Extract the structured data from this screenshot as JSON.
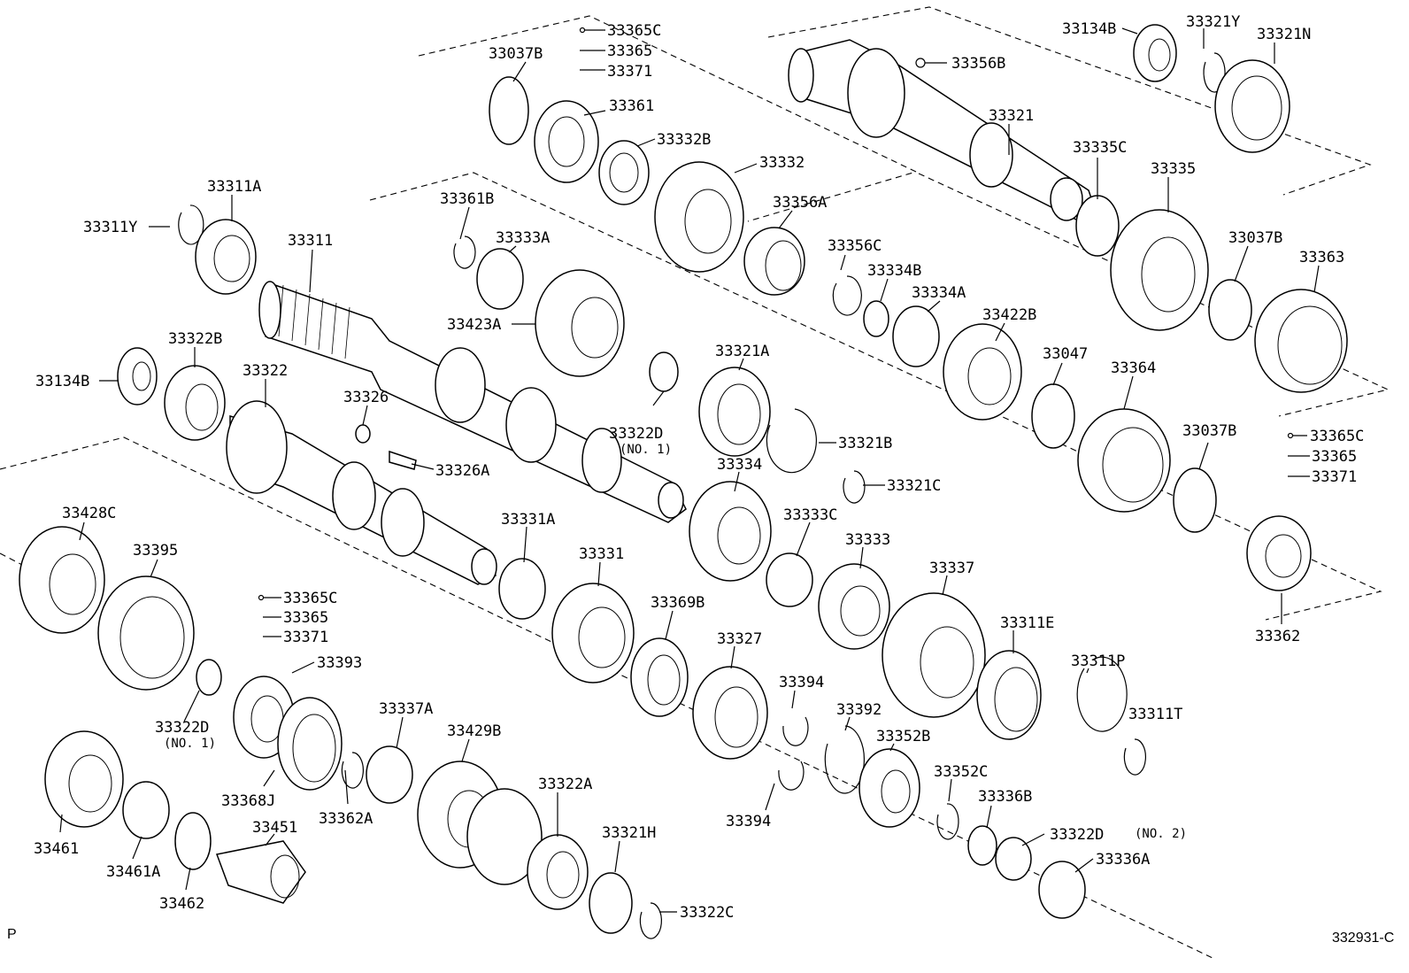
{
  "diagram": {
    "figure_code": "332931-C",
    "corner_mark": "P",
    "parts": [
      {
        "id": "p01",
        "label": "33365C"
      },
      {
        "id": "p02",
        "label": "33365"
      },
      {
        "id": "p03",
        "label": "33371"
      },
      {
        "id": "p04",
        "label": "33037B"
      },
      {
        "id": "p05",
        "label": "33361"
      },
      {
        "id": "p06",
        "label": "33332B"
      },
      {
        "id": "p07",
        "label": "33332"
      },
      {
        "id": "p08",
        "label": "33356A"
      },
      {
        "id": "p09",
        "label": "33356C"
      },
      {
        "id": "p10",
        "label": "33356B"
      },
      {
        "id": "p11",
        "label": "33134B"
      },
      {
        "id": "p12",
        "label": "33321Y"
      },
      {
        "id": "p13",
        "label": "33321N"
      },
      {
        "id": "p14",
        "label": "33321"
      },
      {
        "id": "p15",
        "label": "33335C"
      },
      {
        "id": "p16",
        "label": "33335"
      },
      {
        "id": "p17",
        "label": "33037B"
      },
      {
        "id": "p18",
        "label": "33363"
      },
      {
        "id": "p19",
        "label": "33311A"
      },
      {
        "id": "p20",
        "label": "33311Y"
      },
      {
        "id": "p21",
        "label": "33311"
      },
      {
        "id": "p22",
        "label": "33361B"
      },
      {
        "id": "p23",
        "label": "33333A"
      },
      {
        "id": "p24",
        "label": "33423A"
      },
      {
        "id": "p25",
        "label": "33334B"
      },
      {
        "id": "p26",
        "label": "33334A"
      },
      {
        "id": "p27",
        "label": "33422B"
      },
      {
        "id": "p28",
        "label": "33047"
      },
      {
        "id": "p29",
        "label": "33364"
      },
      {
        "id": "p30",
        "label": "33322B"
      },
      {
        "id": "p31",
        "label": "33134B"
      },
      {
        "id": "p32",
        "label": "33322"
      },
      {
        "id": "p33",
        "label": "33326"
      },
      {
        "id": "p34",
        "label": "33326A"
      },
      {
        "id": "p35",
        "label": "33322D"
      },
      {
        "id": "p36",
        "label": "33321A"
      },
      {
        "id": "p37",
        "label": "33321B"
      },
      {
        "id": "p38",
        "label": "33321C"
      },
      {
        "id": "p39",
        "label": "33037B"
      },
      {
        "id": "p40",
        "label": "33365C"
      },
      {
        "id": "p41",
        "label": "33365"
      },
      {
        "id": "p42",
        "label": "33371"
      },
      {
        "id": "p43",
        "label": "33362"
      },
      {
        "id": "p44",
        "label": "33334"
      },
      {
        "id": "p45",
        "label": "33333C"
      },
      {
        "id": "p46",
        "label": "33333"
      },
      {
        "id": "p47",
        "label": "33337"
      },
      {
        "id": "p48",
        "label": "33331A"
      },
      {
        "id": "p49",
        "label": "33331"
      },
      {
        "id": "p50",
        "label": "33369B"
      },
      {
        "id": "p51",
        "label": "33327"
      },
      {
        "id": "p52",
        "label": "33394"
      },
      {
        "id": "p53",
        "label": "33392"
      },
      {
        "id": "p54",
        "label": "33311E"
      },
      {
        "id": "p55",
        "label": "33311P"
      },
      {
        "id": "p56",
        "label": "33311T"
      },
      {
        "id": "p57",
        "label": "33428C"
      },
      {
        "id": "p58",
        "label": "33395"
      },
      {
        "id": "p59",
        "label": "33365C"
      },
      {
        "id": "p60",
        "label": "33365"
      },
      {
        "id": "p61",
        "label": "33371"
      },
      {
        "id": "p62",
        "label": "33393"
      },
      {
        "id": "p63",
        "label": "33322D"
      },
      {
        "id": "p64",
        "label": "33368J"
      },
      {
        "id": "p65",
        "label": "33362A"
      },
      {
        "id": "p66",
        "label": "33337A"
      },
      {
        "id": "p67",
        "label": "33429B"
      },
      {
        "id": "p68",
        "label": "33322A"
      },
      {
        "id": "p69",
        "label": "33321H"
      },
      {
        "id": "p70",
        "label": "33322C"
      },
      {
        "id": "p71",
        "label": "33352B"
      },
      {
        "id": "p72",
        "label": "33352C"
      },
      {
        "id": "p73",
        "label": "33336B"
      },
      {
        "id": "p74",
        "label": "33322D"
      },
      {
        "id": "p75",
        "label": "33336A"
      },
      {
        "id": "p76",
        "label": "33394"
      },
      {
        "id": "p77",
        "label": "33461"
      },
      {
        "id": "p78",
        "label": "33461A"
      },
      {
        "id": "p79",
        "label": "33462"
      },
      {
        "id": "p80",
        "label": "33451"
      }
    ],
    "notes": {
      "no1_a": "(NO. 1)",
      "no1_b": "(NO. 1)",
      "no2": "(NO. 2)"
    }
  }
}
